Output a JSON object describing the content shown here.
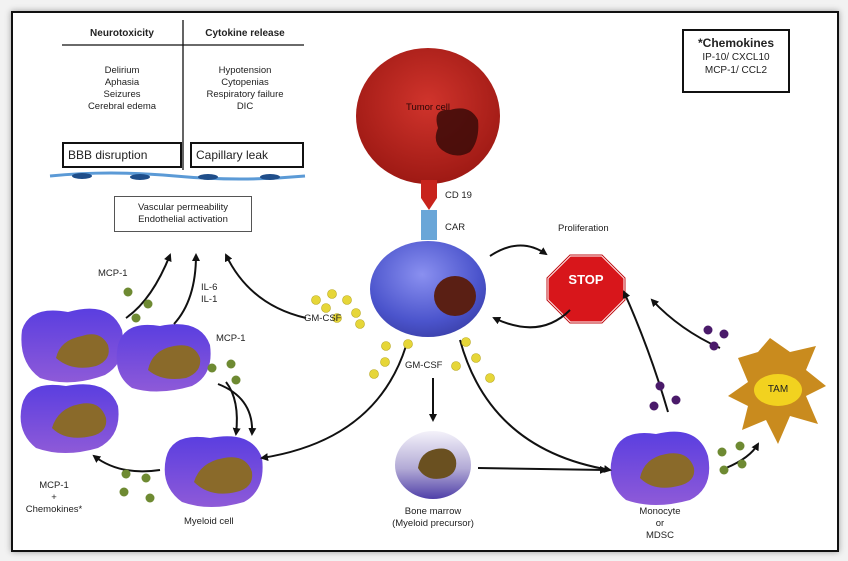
{
  "table": {
    "col1_header": "Neurotoxicity",
    "col2_header": "Cytokine release",
    "col1_items": [
      "Delirium",
      "Aphasia",
      "Seizures",
      "Cerebral edema"
    ],
    "col2_items": [
      "Hypotension",
      "Cytopenias",
      "Respiratory failure",
      "DIC"
    ],
    "col1_box": "BBB disruption",
    "col2_box": "Capillary leak"
  },
  "chemokines": {
    "title": "*Chemokines",
    "line1": "IP-10/ CXCL10",
    "line2": "MCP-1/ CCL2"
  },
  "vascular": {
    "line1": "Vascular permeability",
    "line2": "Endothelial activation"
  },
  "labels": {
    "tumor_cell": "Tumor cell",
    "cd19": "CD 19",
    "car": "CAR",
    "proliferation": "Proliferation",
    "stop": "STOP",
    "gmcsf_left": "GM-CSF",
    "gmcsf_bottom": "GM-CSF",
    "il6": "IL-6",
    "il1": "IL-1",
    "mcp1_top": "MCP-1",
    "mcp1_mid": "MCP-1",
    "mcp1_bottom": "MCP-1",
    "plus": "+",
    "chemokines_star": "Chemokines*",
    "myeloid_cell": "Myeloid cell",
    "bone_marrow_1": "Bone marrow",
    "bone_marrow_2": "(Myeloid precursor)",
    "monocyte": "Monocyte",
    "or": "or",
    "mdsc": "MDSC",
    "tam": "TAM"
  },
  "colors": {
    "tumor": "#b0201c",
    "car_t": "#5a62d8",
    "myeloid": "#6a48d8",
    "nucleus": "#8a6a2a",
    "stop": "#d8161b",
    "gmcsf_dot": "#e6d638",
    "mcp_dot": "#6e8a32",
    "tam_dot": "#4a1a6a",
    "tam": "#c98b1e"
  }
}
